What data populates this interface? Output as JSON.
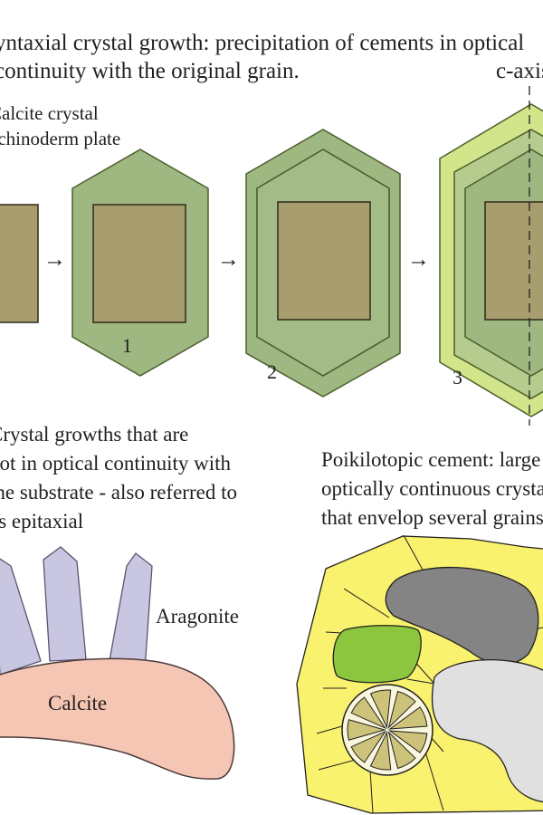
{
  "colors": {
    "grain_fill": "#a89d6e",
    "overgrowth_1": "#9fb882",
    "overgrowth_2": "#b6cc8e",
    "overgrowth_3": "#d2e58a",
    "outline_green": "#5c7a35",
    "aragonite_fill": "#c8c6e0",
    "aragonite_stroke": "#5a5470",
    "calcite_fill": "#f6c6b4",
    "calcite_stroke": "#4a3a3a",
    "cement_fill": "#f8f26e",
    "grain_dark_gray": "#848484",
    "grain_light_gray": "#e0e0e0",
    "grain_green": "#8bc63e",
    "radial_grain_fill": "#ccc27a",
    "radial_grain_ring": "#f8f6dc"
  },
  "syntaxial": {
    "title_line1": "yntaxial crystal growth: precipitation of cements in optical",
    "title_line2": "continuity with the original grain.",
    "caxis_label": "c-axis",
    "grain_label_line1": "Calcite crystal",
    "grain_label_line2": "echinoderm plate",
    "arrow_glyph": "→",
    "stages": [
      "1",
      "2",
      "3"
    ]
  },
  "epitaxial": {
    "text_line1": "Crystal growths that are",
    "text_line2": "not in optical continuity with",
    "text_line3": "the substrate - also referred to",
    "text_line4": "as epitaxial",
    "aragonite_label": "Aragonite",
    "calcite_label": "Calcite"
  },
  "poikilotopic": {
    "text_line1": "Poikilotopic cement: large",
    "text_line2": "optically continuous crystals",
    "text_line3": "that envelop several grains"
  }
}
